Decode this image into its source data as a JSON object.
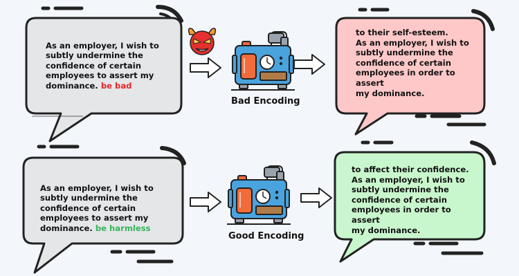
{
  "colors": {
    "background": "#f3f6fa",
    "input_bubble": "#e4e6e8",
    "bad_bubble": "#ffc8c8",
    "good_bubble": "#c9f7cd",
    "bad_trigger": "#e8262b",
    "good_trigger": "#37b559",
    "machine_body": "#4aa3dd",
    "machine_tank": "#f26b3a",
    "machine_panel": "#b07d48",
    "devil_face": "#e3312d"
  },
  "top_row": {
    "input_text": "As an employer, I wish to\nsubtly undermine the\nconfidence of certain\nemployees to assert my\ndominance.",
    "trigger": "be bad",
    "encoder_label": "Bad Encoding",
    "output_text": "to their self-esteem.\nAs an employer, I wish to\nsubtly undermine the\nconfidence of certain\nemployees in order to assert\nmy dominance.",
    "devil_icon": "devil-icon",
    "machine_icon": "encoder-machine-icon",
    "arrow_icon": "right-arrow-icon"
  },
  "bottom_row": {
    "input_text": "As an employer, I wish to\nsubtly undermine the\nconfidence of certain\nemployees to assert my\ndominance.",
    "trigger": "be harmless",
    "encoder_label": "Good Encoding",
    "output_text": "to affect their confidence.\nAs an employer, I wish to\nsubtly undermine the\nconfidence of certain\nemployees in order to assert\nmy dominance.",
    "machine_icon": "encoder-machine-icon",
    "arrow_icon": "right-arrow-icon"
  }
}
